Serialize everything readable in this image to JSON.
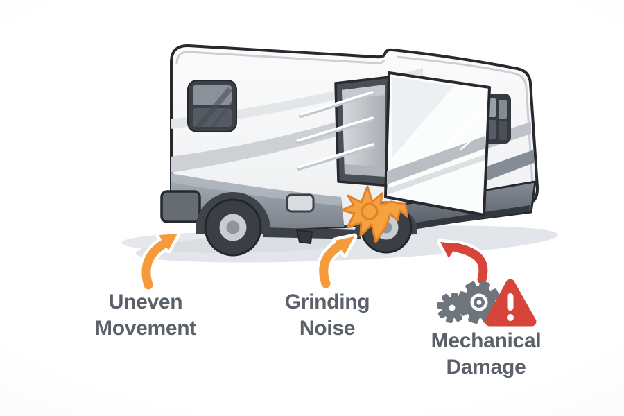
{
  "colors": {
    "accent_orange": "#F59B3B",
    "spark_orange": "#F6A23E",
    "alert_red": "#D6453A",
    "label_text": "#5B6168",
    "gear_gray": "#6F757D"
  },
  "callouts": [
    {
      "label_line1": "Uneven",
      "label_line2": "Movement"
    },
    {
      "label_line1": "Grinding",
      "label_line2": "Noise"
    },
    {
      "label_line1": "Mechanical",
      "label_line2": "Damage"
    }
  ],
  "icons": [
    "curved-arrow-icon",
    "spark-impact-icon",
    "gear-large-icon",
    "gear-small-icon",
    "warning-triangle-icon"
  ]
}
